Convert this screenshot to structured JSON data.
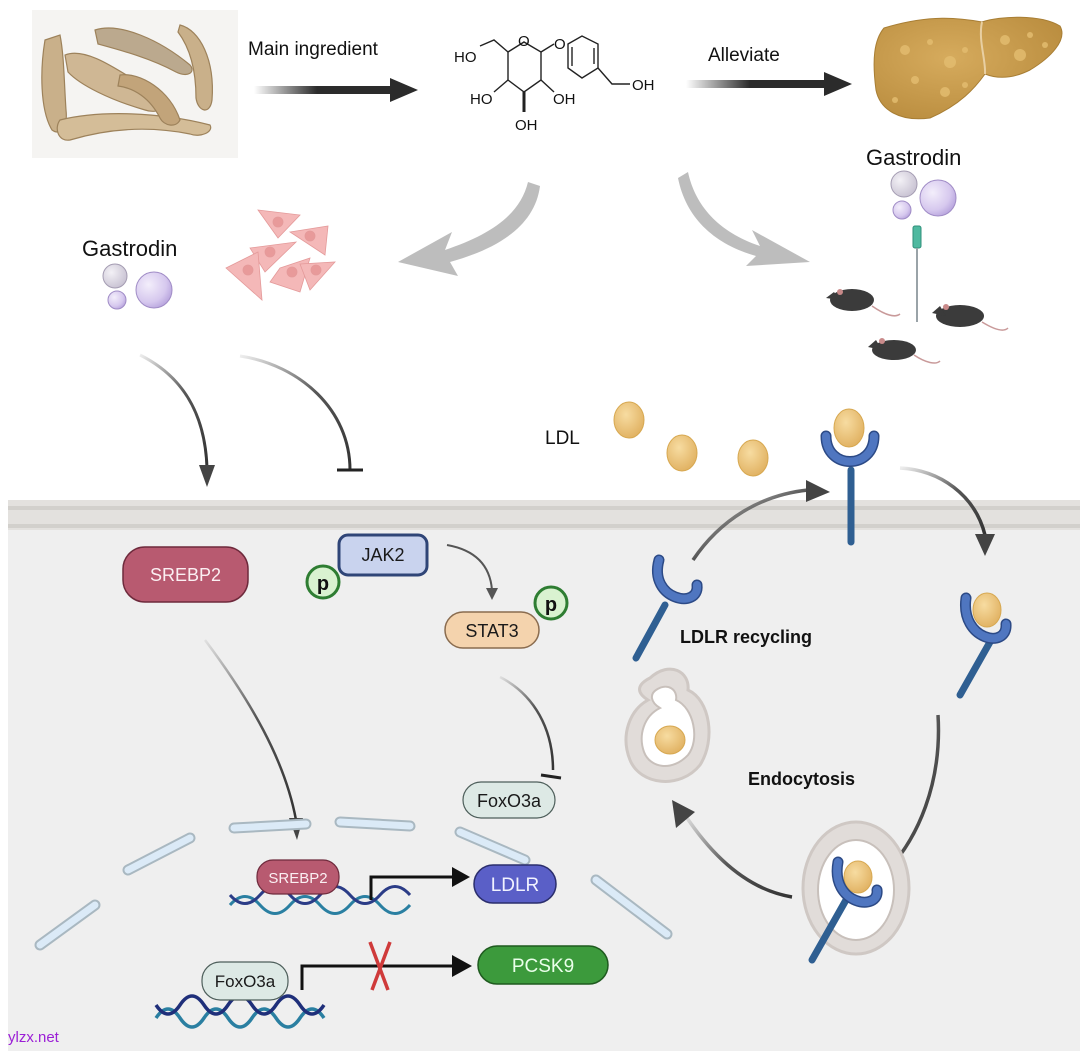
{
  "top_row": {
    "herb_image": "gastrodia-tuber-photo",
    "arrow1_label": "Main ingredient",
    "molecule": {
      "name": "gastrodin-structure",
      "groups": [
        "HO",
        "O",
        "O",
        "HO",
        "OH",
        "OH",
        "OH"
      ]
    },
    "arrow2_label": "Alleviate",
    "organ_image": "fatty-liver"
  },
  "in_vitro": {
    "compound_label": "Gastrodin",
    "cells_image": "cultured-cells"
  },
  "in_vivo": {
    "compound_label": "Gastrodin",
    "injection": "syringe-needle",
    "animals": "mice"
  },
  "extracellular": {
    "ldl_label": "LDL"
  },
  "cell": {
    "proteins": {
      "srebp2": {
        "label": "SREBP2",
        "color": "#b85a70"
      },
      "jak2": {
        "label": "JAK2",
        "color": "#c9d3ee",
        "border": "#2f4577"
      },
      "stat3": {
        "label": "STAT3",
        "color": "#f4d3ad",
        "border": "#8a6c4f"
      },
      "foxo3a_cyto": {
        "label": "FoxO3a",
        "color": "#dde9e5"
      },
      "phospho": {
        "label": "p",
        "color": "#d9f2d0",
        "border": "#2e7d32"
      }
    },
    "nucleus": {
      "srebp2_bound": {
        "label": "SREBP2"
      },
      "ldlr": {
        "label": "LDLR",
        "color": "#5a5fc7"
      },
      "foxo3a_bound": {
        "label": "FoxO3a"
      },
      "pcsk9": {
        "label": "PCSK9",
        "color": "#3c9a3c"
      },
      "blocked_mark": "X"
    },
    "pathway_labels": {
      "recycling": "LDLR recycling",
      "endocytosis": "Endocytosis"
    }
  },
  "watermark": "ylzx.net",
  "colors": {
    "arrow_dark": "#2b2b2b",
    "big_arrow_gray": "#bdbdbd",
    "cell_bg": "#efefef",
    "membrane": "#dcdcdc",
    "receptor": "#2f5f92",
    "receptor_head": "#4f76c0",
    "ldl": "#e9c27a",
    "gastrodin_bubble": "#d9ccef"
  }
}
